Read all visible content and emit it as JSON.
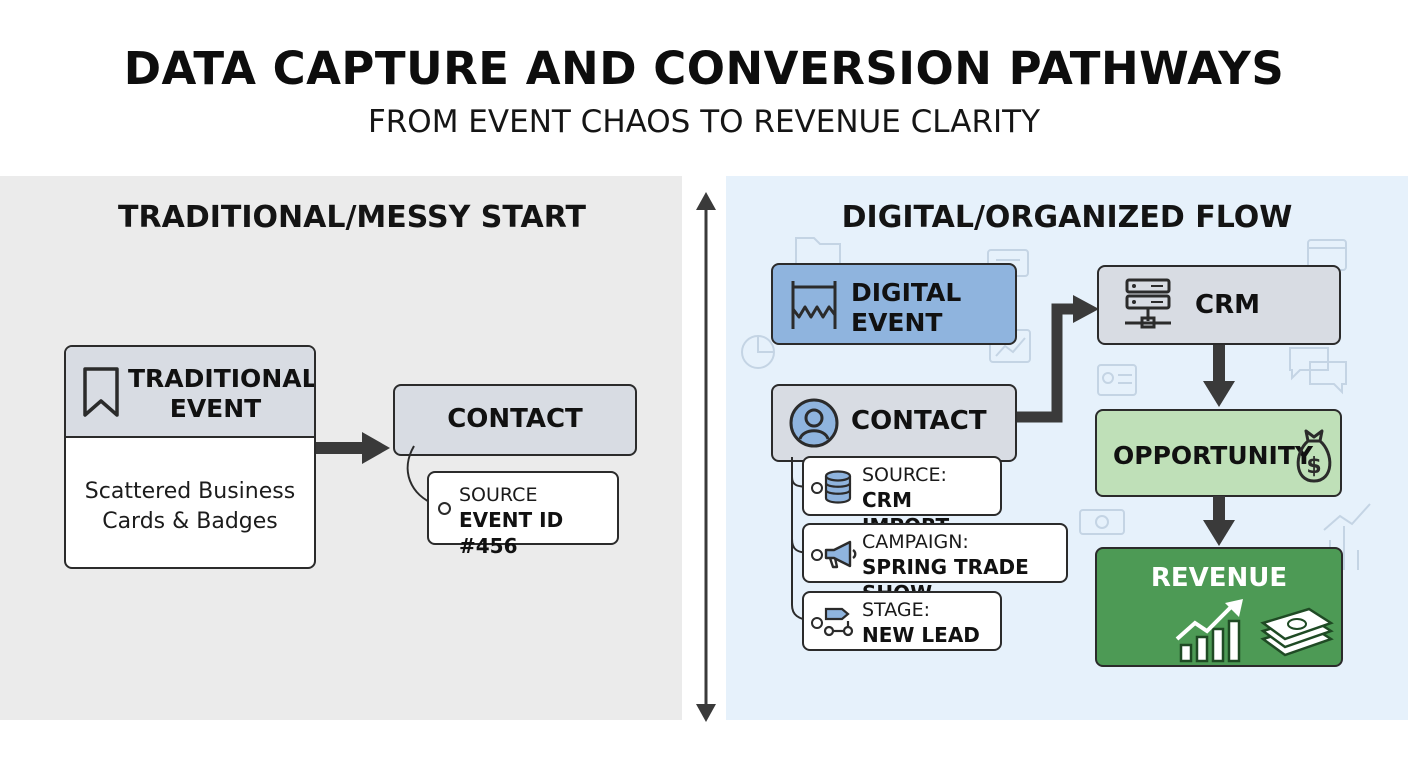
{
  "title": "DATA CAPTURE AND CONVERSION PATHWAYS",
  "subtitle": "FROM EVENT CHAOS TO REVENUE CLARITY",
  "left": {
    "heading": "TRADITIONAL/MESSY START",
    "event_line1": "TRADITIONAL",
    "event_line2": "EVENT",
    "event_body_line1": "Scattered Business",
    "event_body_line2": "Cards & Badges",
    "contact": "CONTACT",
    "tag_line1": "SOURCE",
    "tag_line2": "EVENT ID #456"
  },
  "right": {
    "heading": "DIGITAL/ORGANIZED FLOW",
    "event_line1": "DIGITAL",
    "event_line2": "EVENT",
    "contact": "CONTACT",
    "crm": "CRM",
    "opportunity": "OPPORTUNITY",
    "revenue": "REVENUE",
    "tags": [
      {
        "label": "SOURCE:",
        "value": "CRM IMPORT"
      },
      {
        "label": "CAMPAIGN:",
        "value": "SPRING TRADE SHOW"
      },
      {
        "label": "STAGE:",
        "value": "NEW LEAD"
      }
    ]
  },
  "colors": {
    "left_panel": "#ebebeb",
    "right_panel": "#e6f1fb",
    "digital_event": "#8fb4de",
    "node_gray": "#d8dce3",
    "opportunity": "#bfe0b8",
    "revenue": "#4d9a55"
  },
  "icons": [
    "bookmark-icon",
    "banner-icon",
    "avatar-icon",
    "database-icon",
    "megaphone-icon",
    "flow-icon",
    "server-icon",
    "money-bag-icon",
    "growth-chart-icon",
    "cash-stack-icon"
  ]
}
